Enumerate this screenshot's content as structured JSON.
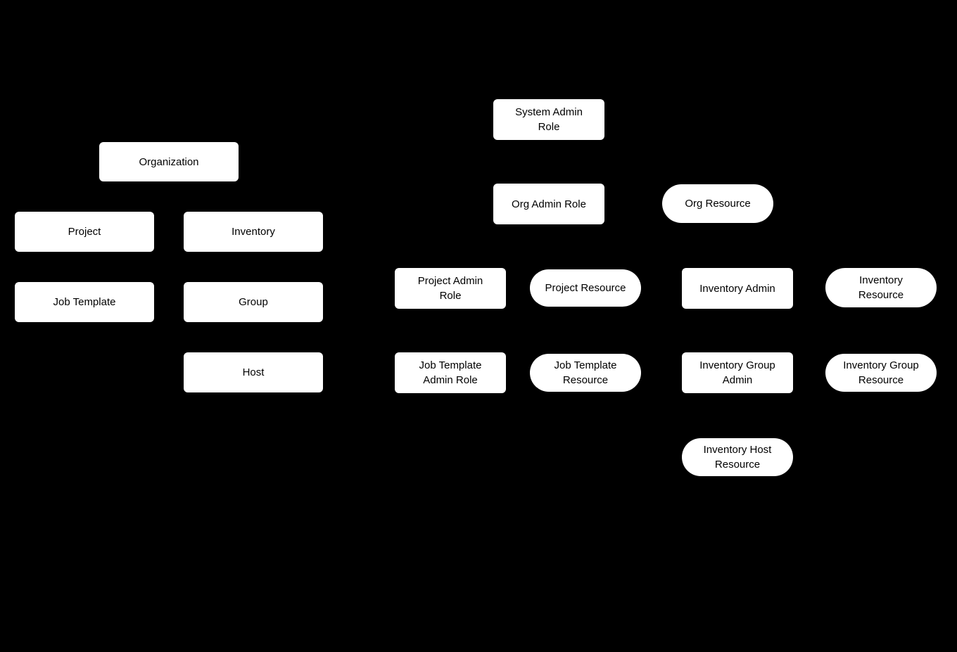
{
  "canvas": {
    "background_color": "#000000",
    "node_fill_color": "#ffffff",
    "node_text_color": "#000000"
  },
  "nodes": [
    {
      "id": "organization",
      "shape": "rect",
      "label": "Organization"
    },
    {
      "id": "project",
      "shape": "rect",
      "label": "Project"
    },
    {
      "id": "inventory",
      "shape": "rect",
      "label": "Inventory"
    },
    {
      "id": "job-template",
      "shape": "rect",
      "label": "Job Template"
    },
    {
      "id": "group",
      "shape": "rect",
      "label": "Group"
    },
    {
      "id": "host",
      "shape": "rect",
      "label": "Host"
    },
    {
      "id": "system-admin-role",
      "shape": "rect",
      "label": "System Admin\nRole"
    },
    {
      "id": "org-admin-role",
      "shape": "rect",
      "label": "Org Admin Role"
    },
    {
      "id": "org-resource",
      "shape": "pill",
      "label": "Org Resource"
    },
    {
      "id": "project-admin-role",
      "shape": "rect",
      "label": "Project Admin\nRole"
    },
    {
      "id": "project-resource",
      "shape": "pill",
      "label": "Project Resource"
    },
    {
      "id": "inventory-admin",
      "shape": "rect",
      "label": "Inventory Admin"
    },
    {
      "id": "inventory-resource",
      "shape": "pill",
      "label": "Inventory\nResource"
    },
    {
      "id": "job-template-admin-role",
      "shape": "rect",
      "label": "Job Template\nAdmin Role"
    },
    {
      "id": "job-template-resource",
      "shape": "pill",
      "label": "Job Template\nResource"
    },
    {
      "id": "inventory-group-admin",
      "shape": "rect",
      "label": "Inventory Group\nAdmin"
    },
    {
      "id": "inventory-group-resource",
      "shape": "pill",
      "label": "Inventory Group\nResource"
    },
    {
      "id": "inventory-host-resource",
      "shape": "pill",
      "label": "Inventory Host\nResource"
    }
  ]
}
